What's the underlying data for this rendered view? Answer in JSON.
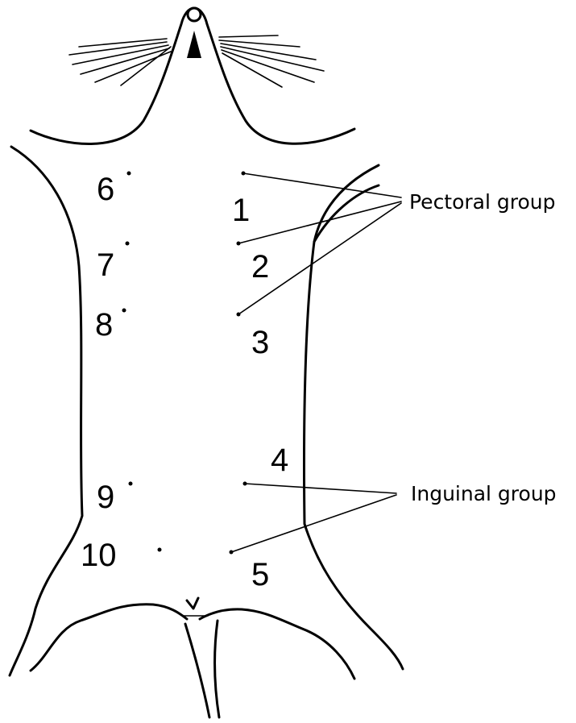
{
  "diagram": {
    "group_labels": {
      "pectoral": "Pectoral group",
      "inguinal": "Inguinal group"
    },
    "mammary_glands": {
      "n1": "1",
      "n2": "2",
      "n3": "3",
      "n4": "4",
      "n5": "5",
      "n6": "6",
      "n7": "7",
      "n8": "8",
      "n9": "9",
      "n10": "10"
    }
  }
}
